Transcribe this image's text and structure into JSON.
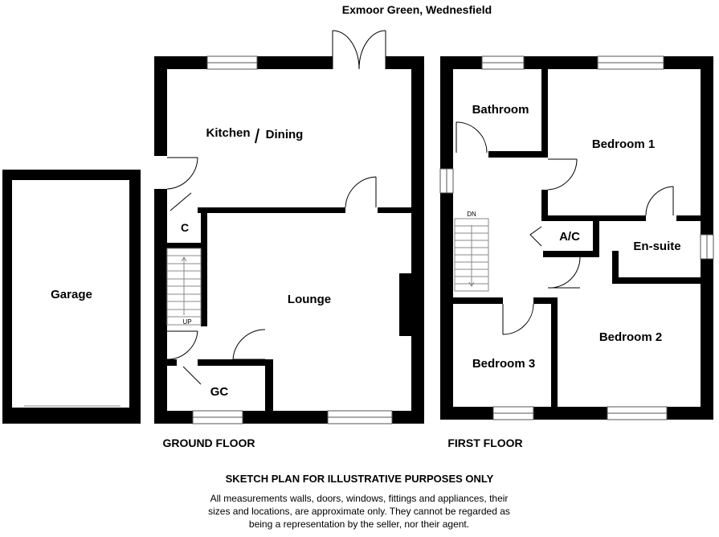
{
  "title": "Exmoor Green, Wednesfield",
  "ground_floor": {
    "heading": "GROUND FLOOR",
    "rooms": {
      "kitchen": "Kitchen",
      "dining": "Dining",
      "cupboard": "C",
      "lounge": "Lounge",
      "gc": "GC",
      "garage": "Garage"
    },
    "stairs_label": "UP"
  },
  "first_floor": {
    "heading": "FIRST FLOOR",
    "rooms": {
      "bathroom": "Bathroom",
      "bedroom1": "Bedroom 1",
      "ac": "A/C",
      "ensuite": "En-suite",
      "bedroom2": "Bedroom 2",
      "bedroom3": "Bedroom 3"
    },
    "stairs_label": "DN"
  },
  "disclaimer": {
    "title": "SKETCH PLAN FOR ILLUSTRATIVE PURPOSES ONLY",
    "lines": [
      "All measurements walls, doors, windows, fittings and appliances, their",
      "sizes and locations, are approximate only. They cannot be regarded as",
      "being a representation by the seller, nor their agent."
    ]
  }
}
